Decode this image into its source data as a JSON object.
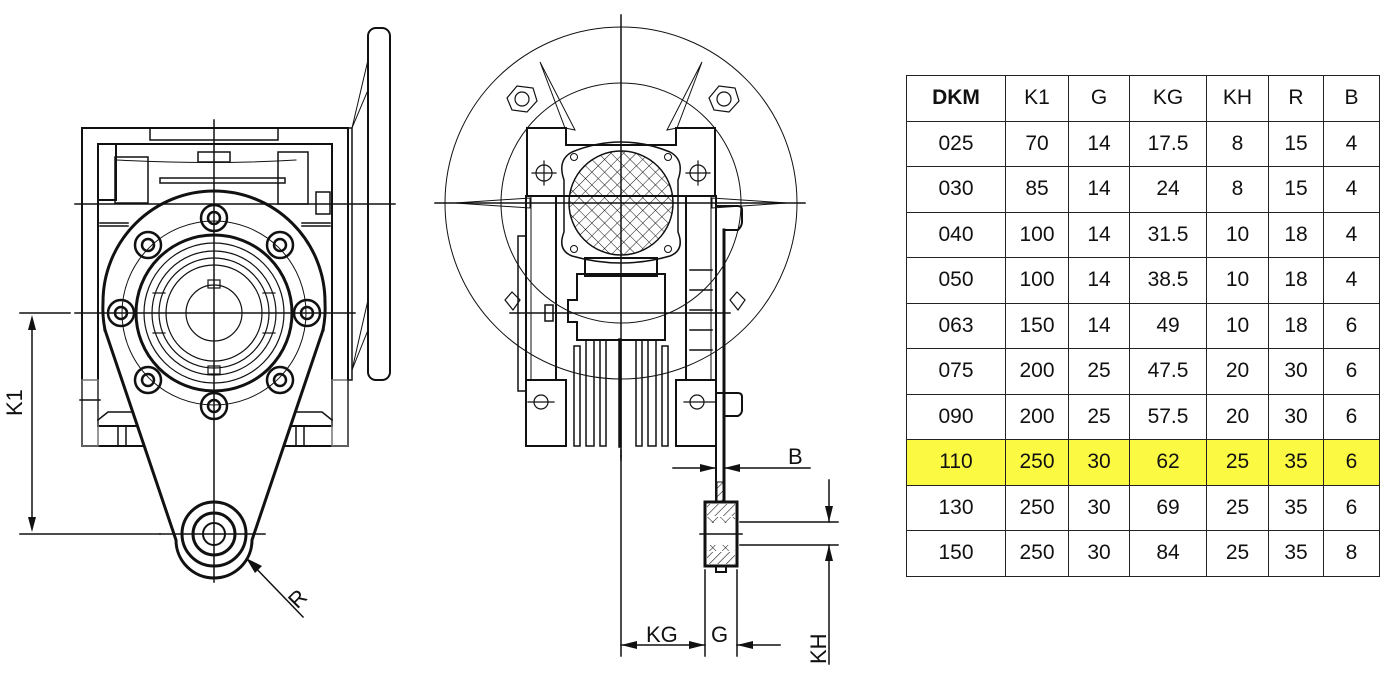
{
  "drawing": {
    "views": [
      "front-view-with-torque-arm",
      "side-view-with-torque-arm"
    ],
    "dimension_labels": {
      "k1": "K1",
      "r": "R",
      "b": "B",
      "kg": "KG",
      "g": "G",
      "kh": "KH"
    }
  },
  "table": {
    "columns": [
      "DKM",
      "K1",
      "G",
      "KG",
      "KH",
      "R",
      "B"
    ],
    "highlight_color": "#fbf942",
    "highlighted_row": "110",
    "rows": [
      [
        "025",
        "70",
        "14",
        "17.5",
        "8",
        "15",
        "4"
      ],
      [
        "030",
        "85",
        "14",
        "24",
        "8",
        "15",
        "4"
      ],
      [
        "040",
        "100",
        "14",
        "31.5",
        "10",
        "18",
        "4"
      ],
      [
        "050",
        "100",
        "14",
        "38.5",
        "10",
        "18",
        "4"
      ],
      [
        "063",
        "150",
        "14",
        "49",
        "10",
        "18",
        "6"
      ],
      [
        "075",
        "200",
        "25",
        "47.5",
        "20",
        "30",
        "6"
      ],
      [
        "090",
        "200",
        "25",
        "57.5",
        "20",
        "30",
        "6"
      ],
      [
        "110",
        "250",
        "30",
        "62",
        "25",
        "35",
        "6"
      ],
      [
        "130",
        "250",
        "30",
        "69",
        "25",
        "35",
        "6"
      ],
      [
        "150",
        "250",
        "30",
        "84",
        "25",
        "35",
        "8"
      ]
    ]
  }
}
